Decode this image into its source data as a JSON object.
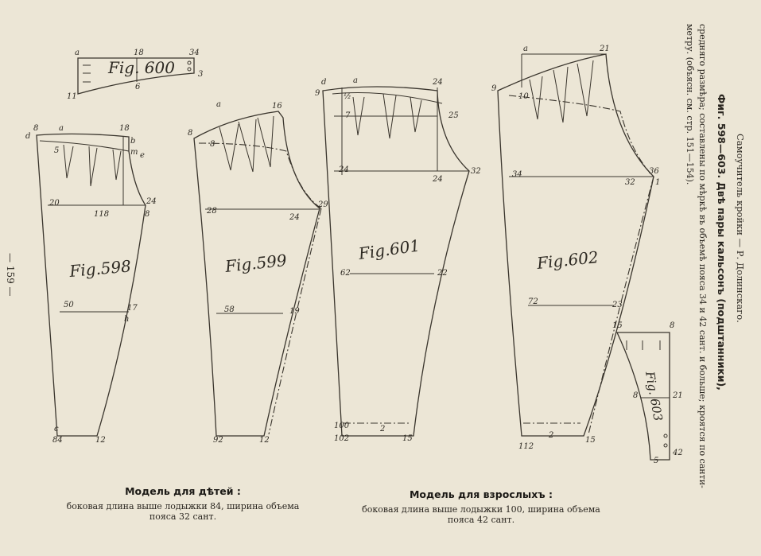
{
  "header": "Самоучитель кройки — Р. Долинскаго.",
  "title": "Фиг. 598—603. Двѣ пары кальсонъ (подштанники),",
  "desc_line1": "средняго размѣра; составлены по мѣркѣ въ объемѣ пояса 34 и 42 сант. и больше; кроятся по санти-",
  "desc_line2": "метру. (объясн. см. стр. 151—154).",
  "page_number": "— 159 —",
  "caption_children": {
    "title": "Модель для дѣтей :",
    "line1": "боковая длина выше лодыжки 84, ширина объема",
    "line2": "пояса 32 сант."
  },
  "caption_adults": {
    "title": "Модель для взрослыхъ :",
    "line1": "боковая длина выше лодыжки 100, ширина объема",
    "line2": "пояса 42 сант."
  },
  "figures": {
    "fig600": "Fig. 600",
    "fig598": "Fig.598",
    "fig599": "Fig.599",
    "fig601": "Fig.601",
    "fig602": "Fig.602",
    "fig603": "Fig. 603"
  },
  "labels": {
    "f600": [
      "a",
      "18",
      "34",
      "6",
      "3",
      "11"
    ],
    "f598": [
      "d",
      "8",
      "a",
      "18",
      "b",
      "5",
      "m",
      "e",
      "20",
      "118",
      "24",
      "8",
      "50",
      "17",
      "h",
      "c",
      "84",
      "12"
    ],
    "f599": [
      "a",
      "16",
      "8",
      "8",
      "28",
      "24",
      "29",
      "58",
      "19",
      "92",
      "12"
    ],
    "f601": [
      "d",
      "a",
      "24",
      "9",
      "½",
      "7",
      "25",
      "24",
      "32",
      "24",
      "62",
      "22",
      "100",
      "102",
      "2",
      "15"
    ],
    "f602": [
      "a",
      "21",
      "9",
      "10",
      "34",
      "32",
      "36",
      "1",
      "72",
      "23",
      "112",
      "2",
      "15"
    ],
    "f603": [
      "15",
      "8",
      "8",
      "21",
      "42",
      "5"
    ]
  }
}
